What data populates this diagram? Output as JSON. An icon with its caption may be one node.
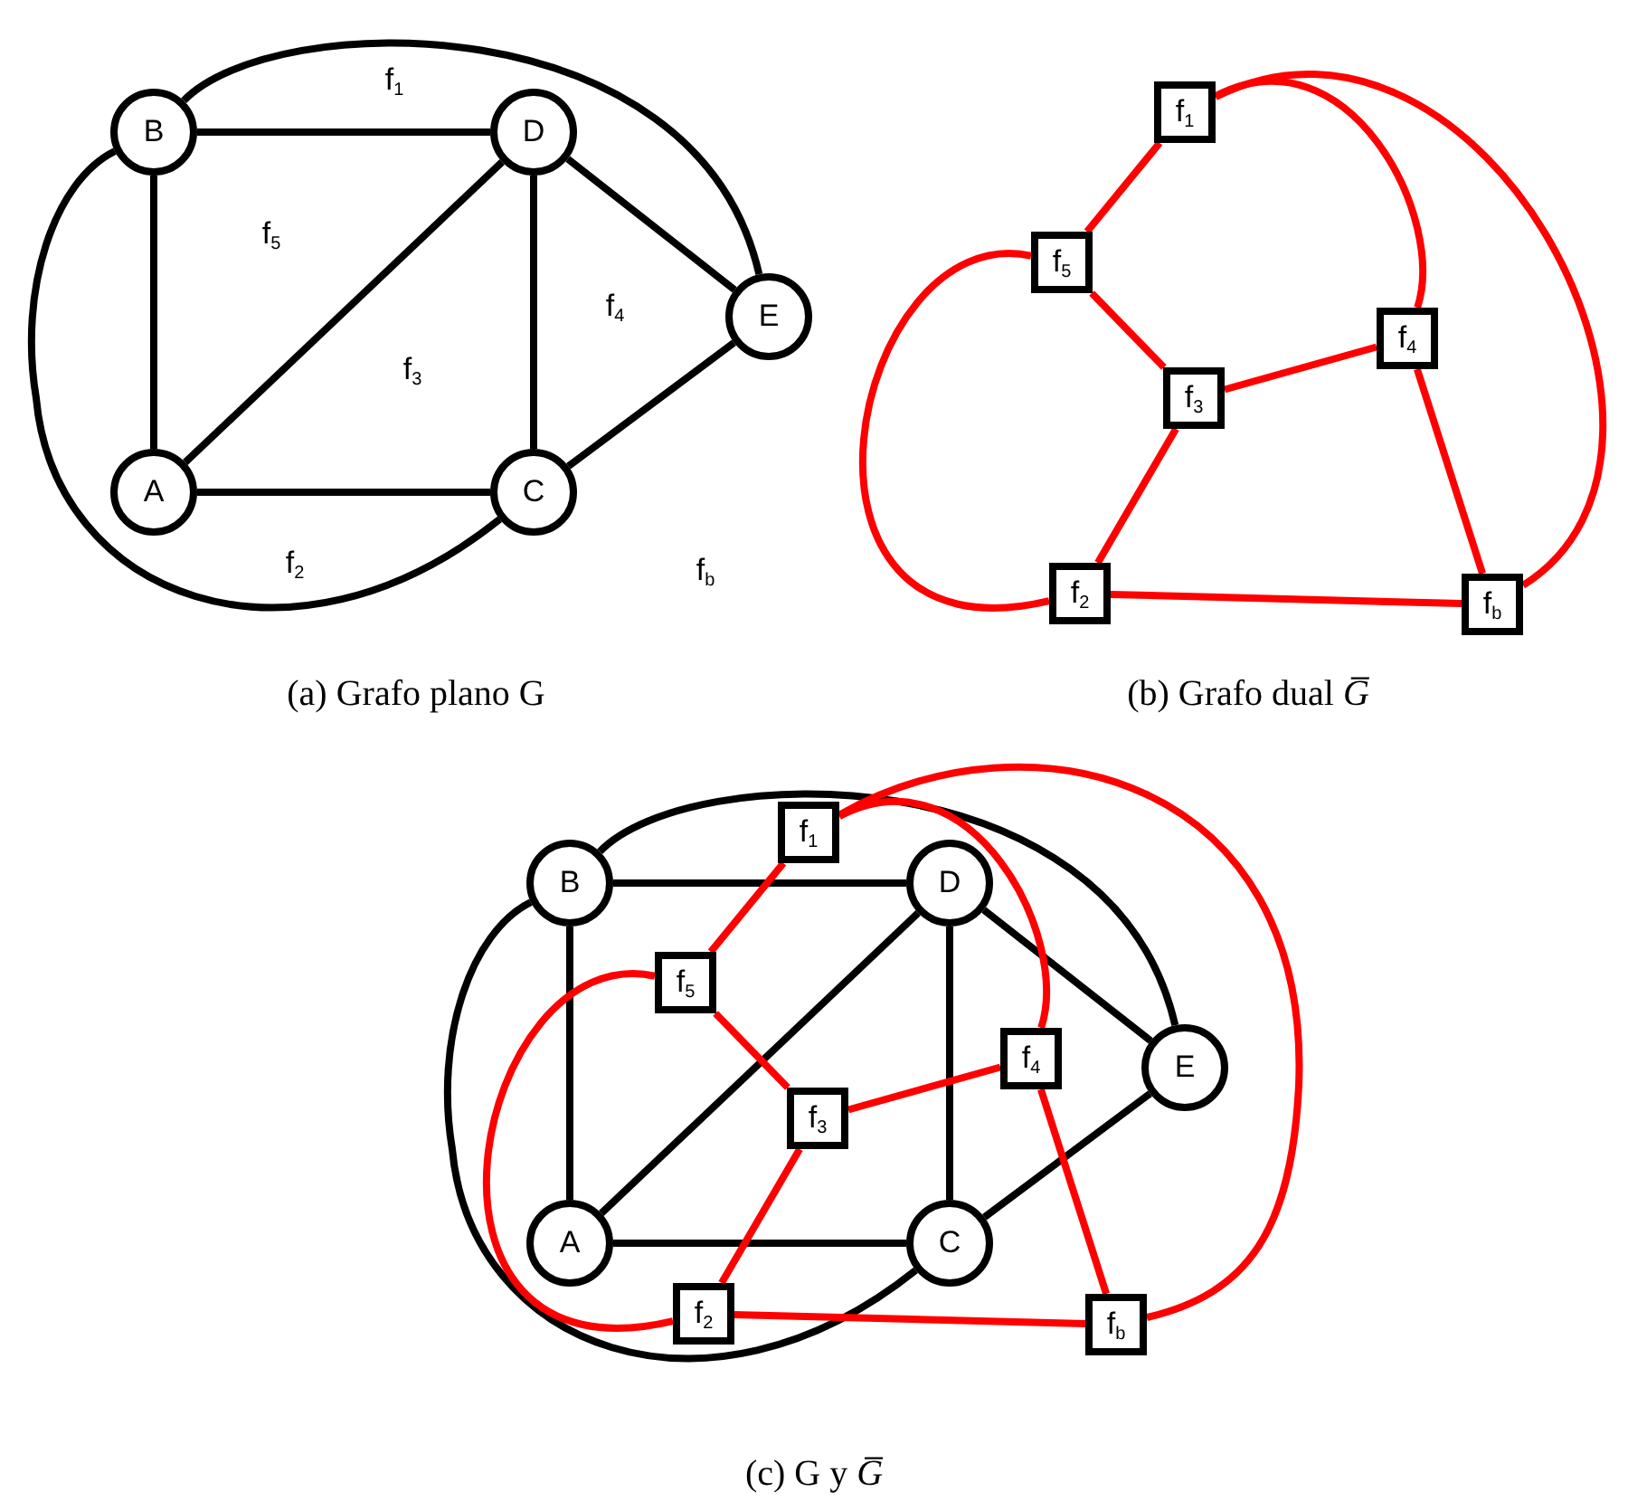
{
  "diagram": {
    "nodes": [
      {
        "text": [
          "B"
        ]
      },
      {
        "text": [
          "D"
        ]
      },
      {
        "text": [
          "E"
        ]
      },
      {
        "text": [
          "A"
        ]
      },
      {
        "text": [
          "C"
        ]
      },
      {
        "text": [
          "f$_{1}$"
        ]
      },
      {
        "text": [
          "f$_{5}$"
        ]
      },
      {
        "text": [
          "f$_{4}$"
        ]
      },
      {
        "text": [
          "f$_{3}$"
        ]
      },
      {
        "text": [
          "f$_{2}$"
        ]
      },
      {
        "text": [
          "f$_{b}$"
        ]
      },
      {
        "text": [
          "B"
        ]
      },
      {
        "text": [
          "D"
        ]
      },
      {
        "text": [
          "E"
        ]
      },
      {
        "text": [
          "A"
        ]
      },
      {
        "text": [
          "C"
        ]
      },
      {
        "text": [
          "f$_{1}$"
        ]
      },
      {
        "text": [
          "f$_{5}$"
        ]
      },
      {
        "text": [
          "f$_{4}$"
        ]
      },
      {
        "text": [
          "f$_{3}$"
        ]
      },
      {
        "text": [
          "f$_{2}$"
        ]
      },
      {
        "text": [
          "f$_{b}$"
        ]
      }
    ],
    "edges": [
      {
        "from": 0,
        "to": 1,
        "arrow": "none"
      },
      {
        "from": 0,
        "to": 3,
        "arrow": "none"
      },
      {
        "from": 3,
        "to": 1,
        "arrow": "none"
      },
      {
        "from": 3,
        "to": 4,
        "arrow": "none"
      },
      {
        "from": 1,
        "to": 4,
        "arrow": "none"
      },
      {
        "from": 1,
        "to": 2,
        "arrow": "none"
      },
      {
        "from": 4,
        "to": 2,
        "arrow": "none"
      },
      {
        "from": 0,
        "to": 2,
        "arrow": "none"
      },
      {
        "from": 0,
        "to": 4,
        "arrow": "none"
      },
      {
        "from": 5,
        "to": 6,
        "arrow": "none",
        "color": "#ff0000"
      },
      {
        "from": 5,
        "to": 7,
        "arrow": "none",
        "color": "#ff0000"
      },
      {
        "from": 5,
        "to": 10,
        "arrow": "none",
        "color": "#ff0000"
      },
      {
        "from": 6,
        "to": 8,
        "arrow": "none",
        "color": "#ff0000"
      },
      {
        "from": 6,
        "to": 9,
        "arrow": "none",
        "color": "#ff0000"
      },
      {
        "from": 8,
        "to": 7,
        "arrow": "none",
        "color": "#ff0000"
      },
      {
        "from": 8,
        "to": 9,
        "arrow": "none",
        "color": "#ff0000"
      },
      {
        "from": 7,
        "to": 10,
        "arrow": "none",
        "color": "#ff0000"
      },
      {
        "from": 9,
        "to": 10,
        "arrow": "none",
        "color": "#ff0000"
      },
      {
        "from": 11,
        "to": 12,
        "arrow": "none"
      },
      {
        "from": 11,
        "to": 14,
        "arrow": "none"
      },
      {
        "from": 14,
        "to": 12,
        "arrow": "none"
      },
      {
        "from": 14,
        "to": 15,
        "arrow": "none"
      },
      {
        "from": 12,
        "to": 15,
        "arrow": "none"
      },
      {
        "from": 12,
        "to": 13,
        "arrow": "none"
      },
      {
        "from": 15,
        "to": 13,
        "arrow": "none"
      },
      {
        "from": 11,
        "to": 13,
        "arrow": "none"
      },
      {
        "from": 11,
        "to": 15,
        "arrow": "none"
      },
      {
        "from": 16,
        "to": 17,
        "arrow": "none",
        "color": "#ff0000"
      },
      {
        "from": 16,
        "to": 18,
        "arrow": "none",
        "color": "#ff0000"
      },
      {
        "from": 16,
        "to": 21,
        "arrow": "none",
        "color": "#ff0000"
      },
      {
        "from": 17,
        "to": 19,
        "arrow": "none",
        "color": "#ff0000"
      },
      {
        "from": 17,
        "to": 20,
        "arrow": "none",
        "color": "#ff0000"
      },
      {
        "from": 19,
        "to": 18,
        "arrow": "none",
        "color": "#ff0000"
      },
      {
        "from": 19,
        "to": 20,
        "arrow": "none",
        "color": "#ff0000"
      },
      {
        "from": 18,
        "to": 21,
        "arrow": "none",
        "color": "#ff0000"
      },
      {
        "from": 20,
        "to": 21,
        "arrow": "none",
        "color": "#ff0000"
      }
    ],
    "labels": [
      "f$_{1}$",
      "f$_{5}$",
      "f$_{4}$",
      "f$_{3}$",
      "f$_{2}$",
      "f$_{b}$",
      "(a) Grafo plano G",
      "(b) Grafo dual *G̅*",
      "(c) G y *G̅*"
    ]
  }
}
